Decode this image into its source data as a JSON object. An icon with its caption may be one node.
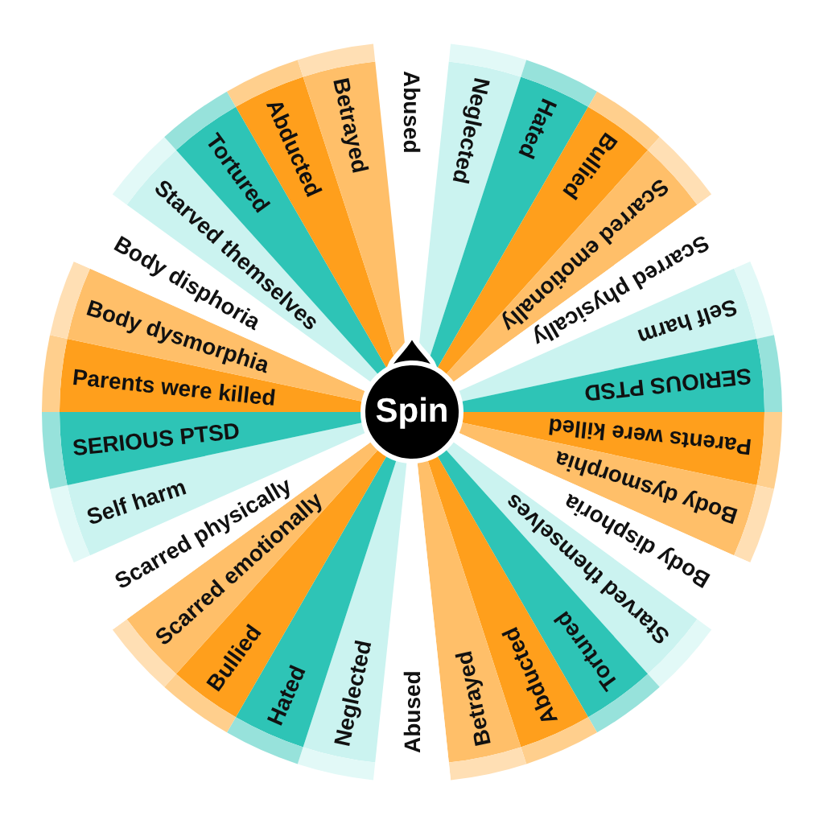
{
  "diagram": {
    "nodes": [
      {
        "text": [
          "Abused"
        ]
      },
      {
        "text": [
          "Neglected"
        ]
      },
      {
        "text": [
          "Hated"
        ]
      },
      {
        "text": [
          "Bullied"
        ]
      },
      {
        "text": [
          "Scarred emotionally"
        ]
      },
      {
        "text": [
          "Scarred physically"
        ]
      },
      {
        "text": [
          "Self harm"
        ]
      },
      {
        "text": [
          "SERIOUS PTSD"
        ]
      },
      {
        "text": [
          "Parents were killed"
        ]
      },
      {
        "text": [
          "Body dysmorphia"
        ]
      },
      {
        "text": [
          "Body disphoria"
        ]
      },
      {
        "text": [
          "Starved themselves"
        ]
      },
      {
        "text": [
          "Tortured"
        ]
      },
      {
        "text": [
          "Abducted"
        ]
      },
      {
        "text": [
          "Betrayed"
        ]
      },
      {
        "text": [
          "Abused"
        ]
      },
      {
        "text": [
          "Neglected"
        ]
      },
      {
        "text": [
          "Hated"
        ]
      },
      {
        "text": [
          "Bullied"
        ]
      },
      {
        "text": [
          "Scarred emotionally"
        ]
      },
      {
        "text": [
          "Scarred physically"
        ]
      },
      {
        "text": [
          "Self harm"
        ]
      },
      {
        "text": [
          "SERIOUS PTSD"
        ]
      },
      {
        "text": [
          "Parents were killed"
        ]
      },
      {
        "text": [
          "Body dysmorphia"
        ]
      },
      {
        "text": [
          "Body disphoria"
        ]
      },
      {
        "text": [
          "Starved themselves"
        ]
      },
      {
        "text": [
          "Tortured"
        ]
      },
      {
        "text": [
          "Abducted"
        ]
      },
      {
        "text": [
          "Betrayed"
        ]
      },
      {
        "text": [
          "Spin"
        ]
      }
    ]
  }
}
